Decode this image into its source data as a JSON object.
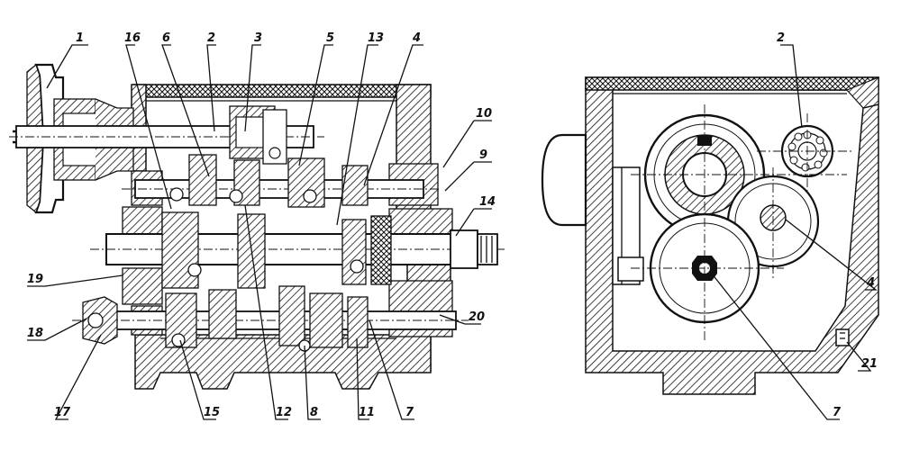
{
  "left_view": {
    "callouts": [
      "1",
      "16",
      "6",
      "2",
      "3",
      "5",
      "13",
      "4",
      "10",
      "9",
      "14",
      "20",
      "7",
      "11",
      "8",
      "12",
      "15",
      "17",
      "18",
      "19"
    ]
  },
  "right_view": {
    "callouts": [
      "2",
      "4",
      "21",
      "7"
    ]
  },
  "colors": {
    "ink": "#111111",
    "paper": "#ffffff"
  }
}
